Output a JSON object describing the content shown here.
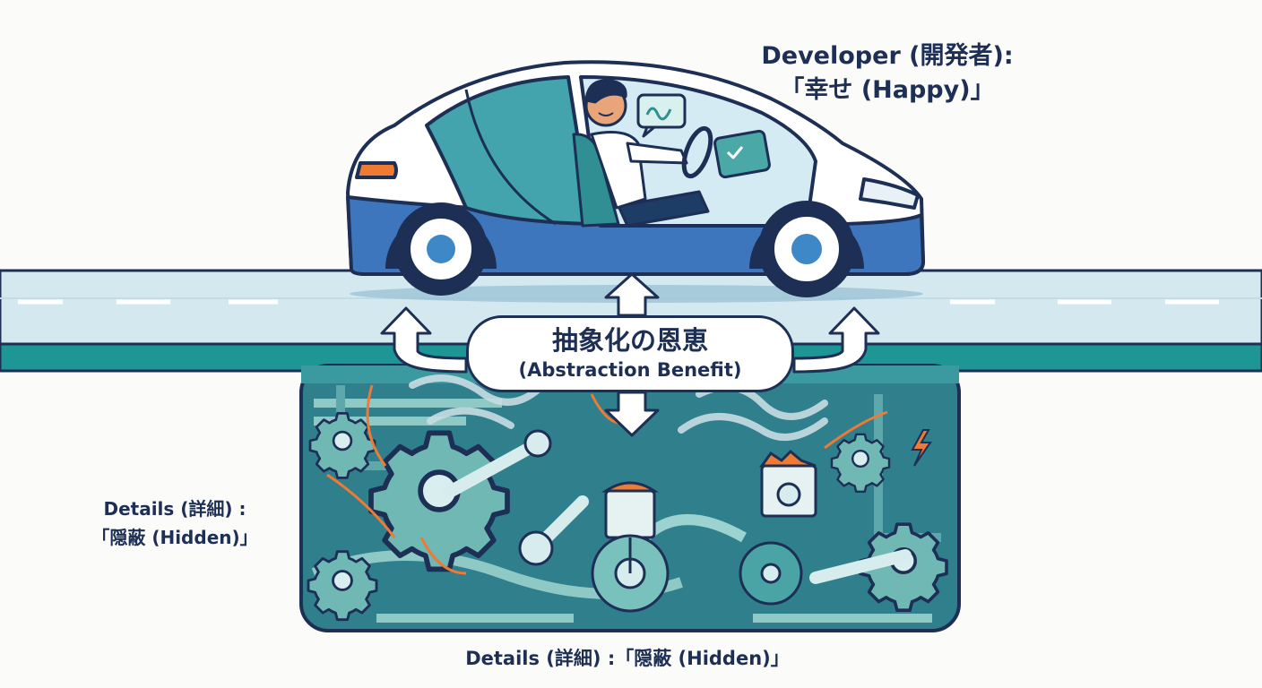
{
  "developer": {
    "line1": "Developer (開発者):",
    "line2": "「幸せ (Happy)」"
  },
  "benefit": {
    "jp": "抽象化の恩恵",
    "en": "(Abstraction Benefit)"
  },
  "details": {
    "left_line1": "Details (詳細) :",
    "left_line2": "「隠蔽 (Hidden)」",
    "bottom": "Details (詳細) :「隠蔽 (Hidden)」"
  },
  "colors": {
    "car_blue": "#3e76bd",
    "engine_teal": "#2f8f93",
    "dark_navy": "#1d2f55",
    "road_light": "#d4e8ef",
    "accent_orange": "#ee7a33"
  }
}
